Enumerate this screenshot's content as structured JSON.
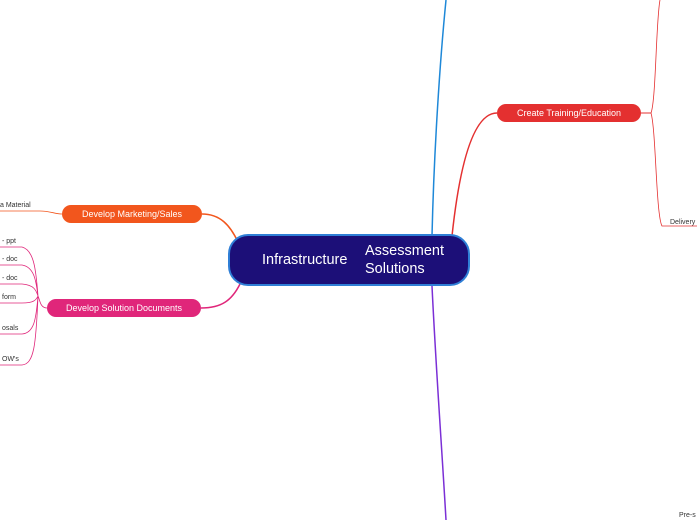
{
  "central": {
    "line1": "Infrastructure",
    "line2": "Assessment Solutions"
  },
  "branches": {
    "training": {
      "label": "Create Training/Education",
      "color": "#e43030"
    },
    "marketing": {
      "label": "Develop Marketing/Sales",
      "color": "#f2561d"
    },
    "solution": {
      "label": "Develop Solution Documents",
      "color": "#e0267a"
    }
  },
  "leaves": {
    "marketing_material": "a Material",
    "solution_1": "- ppt",
    "solution_2": "- doc",
    "solution_3": "- doc",
    "solution_4": "form",
    "solution_5": "osals",
    "solution_6": "OW's",
    "training_delivery": "Delivery",
    "bottom_right": "Pre-s"
  },
  "colors": {
    "blue_line": "#1e88d8",
    "purple_line": "#7b2fd6",
    "central_border": "#2f7fd6",
    "central_fill": "#1c0f78"
  }
}
